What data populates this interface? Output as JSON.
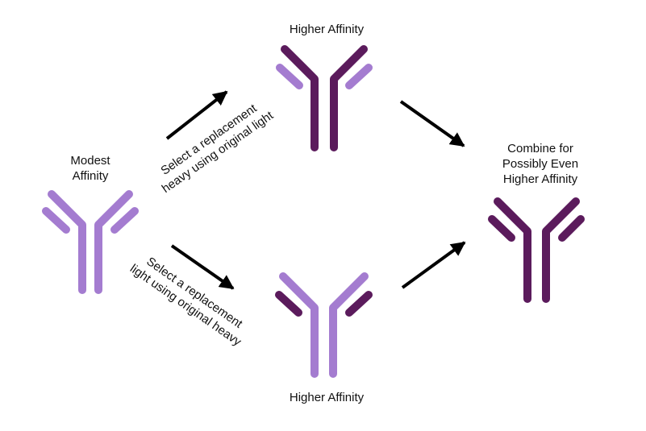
{
  "labels": {
    "modest": [
      "Modest",
      "Affinity"
    ],
    "top": "Higher Affinity",
    "bottom": "Higher Affinity",
    "combine": [
      "Combine for",
      "Possibly Even",
      "Higher Affinity"
    ],
    "path_heavy": [
      "Select a replacement",
      "heavy using original light"
    ],
    "path_light": [
      "Select a replacement",
      "light using original heavy"
    ]
  },
  "colors": {
    "light_purple": "#A47CD0",
    "dark_purple": "#5B1B5C",
    "arrow": "#000000"
  },
  "antibodies": [
    {
      "name": "modest-antibody",
      "heavy": "light_purple",
      "light": "light_purple"
    },
    {
      "name": "top-antibody",
      "heavy": "dark_purple",
      "light": "light_purple"
    },
    {
      "name": "bottom-antibody",
      "heavy": "light_purple",
      "light": "dark_purple"
    },
    {
      "name": "combined-antibody",
      "heavy": "dark_purple",
      "light": "dark_purple"
    }
  ]
}
